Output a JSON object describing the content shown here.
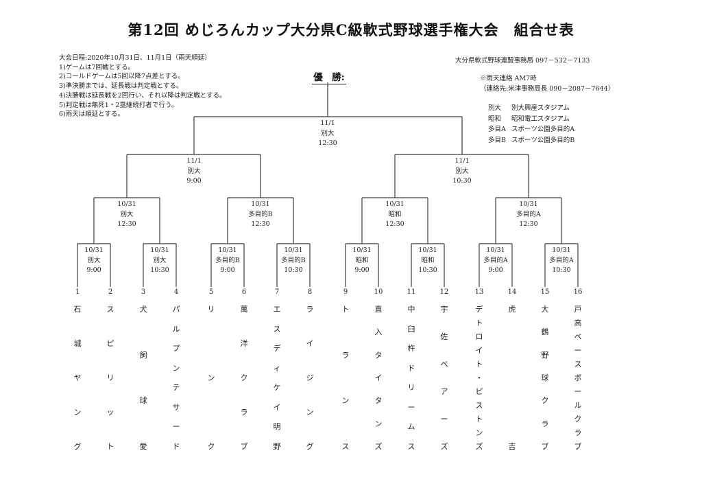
{
  "title": "第12回 めじろんカップ大分県C級軟式野球選手権大会　組合せ表",
  "info": {
    "schedule": "大会日程:2020年10月31日、11月1日（雨天順延）",
    "rules": [
      "1)ゲームは7回戦とする。",
      "2)コールドゲームは5回以降7点差とする。",
      "3)準決勝までは、延長戦は判定戦とする。",
      "4)決勝戦は延長戦を2回行い、それ以降は判定戦とする。",
      "5)判定戦は無死1・2塁継続打者で行う。",
      "6)雨天は順延とする。"
    ]
  },
  "contact": {
    "office": "大分県軟式野球連盟事務局  097－532－7133",
    "rain_notice": "※雨天連絡  AM7時",
    "rain_contact": "（連絡先:米津事務局長  090－2087－7644）"
  },
  "venues": [
    {
      "abbr": "別大",
      "name": "別大興産スタジアム"
    },
    {
      "abbr": "昭和",
      "name": "昭和電工スタジアム"
    },
    {
      "abbr": "多目A",
      "name": "スポーツ公園多目的A"
    },
    {
      "abbr": "多目B",
      "name": "スポーツ公園多目的B"
    }
  ],
  "champion_label": "優　勝:",
  "bracket": {
    "final": {
      "date": "11/1",
      "venue": "別大",
      "time": "12:30"
    },
    "semifinals": [
      {
        "date": "11/1",
        "venue": "別大",
        "time": "9:00"
      },
      {
        "date": "11/1",
        "venue": "別大",
        "time": "10:30"
      }
    ],
    "quarterfinals": [
      {
        "date": "10/31",
        "venue": "別大",
        "time": "12:30"
      },
      {
        "date": "10/31",
        "venue": "多目的B",
        "time": "12:30"
      },
      {
        "date": "10/31",
        "venue": "昭和",
        "time": "12:30"
      },
      {
        "date": "10/31",
        "venue": "多目的A",
        "time": "12:30"
      }
    ],
    "round1": [
      {
        "date": "10/31",
        "venue": "別大",
        "time": "9:00"
      },
      {
        "date": "10/31",
        "venue": "別大",
        "time": "10:30"
      },
      {
        "date": "10/31",
        "venue": "多目的B",
        "time": "9:00"
      },
      {
        "date": "10/31",
        "venue": "多目的B",
        "time": "10:30"
      },
      {
        "date": "10/31",
        "venue": "昭和",
        "time": "9:00"
      },
      {
        "date": "10/31",
        "venue": "昭和",
        "time": "10:30"
      },
      {
        "date": "10/31",
        "venue": "多目的A",
        "time": "9:00"
      },
      {
        "date": "10/31",
        "venue": "多目的A",
        "time": "10:30"
      }
    ]
  },
  "teams": [
    {
      "seed": "1",
      "name": "石城ヤング"
    },
    {
      "seed": "2",
      "name": "スピリット"
    },
    {
      "seed": "3",
      "name": "犬飼球愛"
    },
    {
      "seed": "4",
      "name": "パルプンテサード"
    },
    {
      "seed": "5",
      "name": "リンク"
    },
    {
      "seed": "6",
      "name": "萬洋クラブ"
    },
    {
      "seed": "7",
      "name": "エスディケイ明野"
    },
    {
      "seed": "8",
      "name": "ライジング"
    },
    {
      "seed": "9",
      "name": "トランス"
    },
    {
      "seed": "10",
      "name": "直入タイタンズ"
    },
    {
      "seed": "11",
      "name": "中臼杵ドリームス"
    },
    {
      "seed": "12",
      "name": "宇佐ベアーズ"
    },
    {
      "seed": "13",
      "name": "デトロイト・ピストンズ"
    },
    {
      "seed": "14",
      "name": "虎吉"
    },
    {
      "seed": "15",
      "name": "大鶴野球クラブ"
    },
    {
      "seed": "16",
      "name": "戸高ベースボールクラブ"
    }
  ]
}
